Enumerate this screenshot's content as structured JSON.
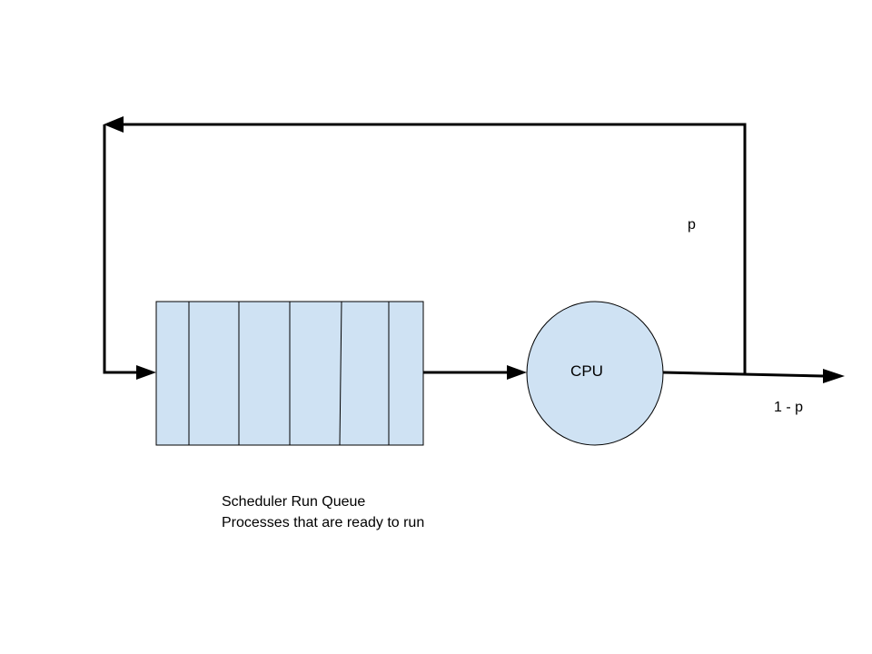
{
  "labels": {
    "cpu": "CPU",
    "feedback_probability": "p",
    "exit_probability": "1 - p",
    "queue_title": "Scheduler Run Queue",
    "queue_subtitle": "Processes that are ready to run"
  },
  "colors": {
    "fill": "#cfe2f3",
    "stroke": "#000000",
    "background": "#ffffff"
  }
}
